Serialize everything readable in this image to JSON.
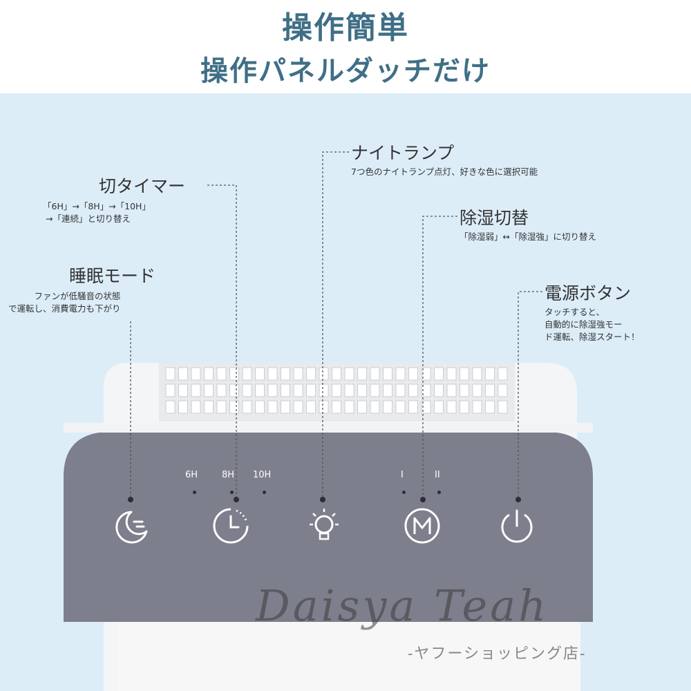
{
  "header": {
    "title": "操作簡単",
    "subtitle": "操作パネルダッチだけ"
  },
  "callouts": {
    "timer": {
      "label": "切タイマー",
      "desc": "「6H」→「8H」→「10H」\n →「連続」と切り替え"
    },
    "sleep": {
      "label": "睡眠モード",
      "desc": "ファンが低騒音の状態\nで運転し、消費電力も下がり"
    },
    "nightlamp": {
      "label": "ナイトランプ",
      "desc": "7つ色のナイトランプ点灯、好きな色に選択可能"
    },
    "dehumid": {
      "label": "除湿切替",
      "desc": "「除湿弱」↔「除湿強」に切り替え"
    },
    "power": {
      "label": "電源ボタン",
      "desc": "タッチすると、\n自動的に除湿強モー\nド運転、除湿スタート！"
    }
  },
  "panel": {
    "timer_options": [
      "6H",
      "8H",
      "10H"
    ],
    "mode_levels": [
      "I",
      "II"
    ],
    "buttons": [
      "sleep-icon",
      "timer-icon",
      "lamp-icon",
      "mode-icon",
      "power-icon"
    ]
  },
  "watermark": {
    "name": "Daisya Teah",
    "shop": "-ヤフーショッピング店-"
  },
  "colors": {
    "title": "#3f6f86",
    "background": "#dcedf8",
    "panel": "#7d7f8c",
    "body": "#ffffff"
  }
}
